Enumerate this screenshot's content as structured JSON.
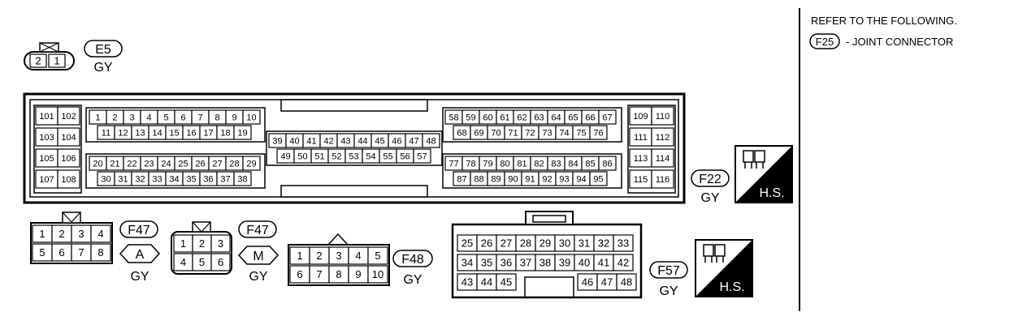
{
  "note": {
    "line1": "REFER TO THE FOLLOWING.",
    "connector_id": "F25",
    "line2": "- JOINT CONNECTOR"
  },
  "connectors": {
    "e5": {
      "id": "E5",
      "color": "GY",
      "pins": [
        "2",
        "1"
      ]
    },
    "ecm": {
      "pins_left": [
        "101",
        "102",
        "103",
        "104",
        "105",
        "106",
        "107",
        "108"
      ],
      "pins_top_a1": [
        "1",
        "2",
        "3",
        "4",
        "5",
        "6",
        "7",
        "8",
        "9",
        "10"
      ],
      "pins_top_a2": [
        "11",
        "12",
        "13",
        "14",
        "15",
        "16",
        "17",
        "18",
        "19"
      ],
      "pins_top_b1": [
        "20",
        "21",
        "22",
        "23",
        "24",
        "25",
        "26",
        "27",
        "28",
        "29"
      ],
      "pins_top_b2": [
        "30",
        "31",
        "32",
        "33",
        "34",
        "35",
        "36",
        "37",
        "38"
      ],
      "pins_mid1": [
        "39",
        "40",
        "41",
        "42",
        "43",
        "44",
        "45",
        "46",
        "47",
        "48"
      ],
      "pins_mid2": [
        "49",
        "50",
        "51",
        "52",
        "53",
        "54",
        "55",
        "56",
        "57"
      ],
      "pins_r_a1": [
        "58",
        "59",
        "60",
        "61",
        "62",
        "63",
        "64",
        "65",
        "66",
        "67"
      ],
      "pins_r_a2": [
        "68",
        "69",
        "70",
        "71",
        "72",
        "73",
        "74",
        "75",
        "76"
      ],
      "pins_r_b1": [
        "77",
        "78",
        "79",
        "80",
        "81",
        "82",
        "83",
        "84",
        "85",
        "86"
      ],
      "pins_r_b2": [
        "87",
        "88",
        "89",
        "90",
        "91",
        "92",
        "93",
        "94",
        "95"
      ],
      "pins_right": [
        "109",
        "110",
        "111",
        "112",
        "113",
        "114",
        "115",
        "116"
      ]
    },
    "f22": {
      "id": "F22",
      "color": "GY",
      "hs_label": "H.S."
    },
    "f47a": {
      "id": "F47",
      "tag": "A",
      "color": "GY",
      "pins": [
        "1",
        "2",
        "3",
        "4",
        "5",
        "6",
        "7",
        "8"
      ]
    },
    "f47m": {
      "id": "F47",
      "tag": "M",
      "color": "GY",
      "pins": [
        "1",
        "2",
        "3",
        "4",
        "5",
        "6"
      ]
    },
    "f48": {
      "id": "F48",
      "color": "GY",
      "pins": [
        "1",
        "2",
        "3",
        "4",
        "5",
        "6",
        "7",
        "8",
        "9",
        "10"
      ]
    },
    "f57": {
      "id": "F57",
      "color": "GY",
      "hs_label": "H.S.",
      "row1": [
        "25",
        "26",
        "27",
        "28",
        "29",
        "30",
        "31",
        "32",
        "33"
      ],
      "row2": [
        "34",
        "35",
        "36",
        "37",
        "38",
        "39",
        "40",
        "41",
        "42"
      ],
      "row3a": [
        "43",
        "44",
        "45"
      ],
      "row3b": [
        "46",
        "47",
        "48"
      ]
    }
  }
}
